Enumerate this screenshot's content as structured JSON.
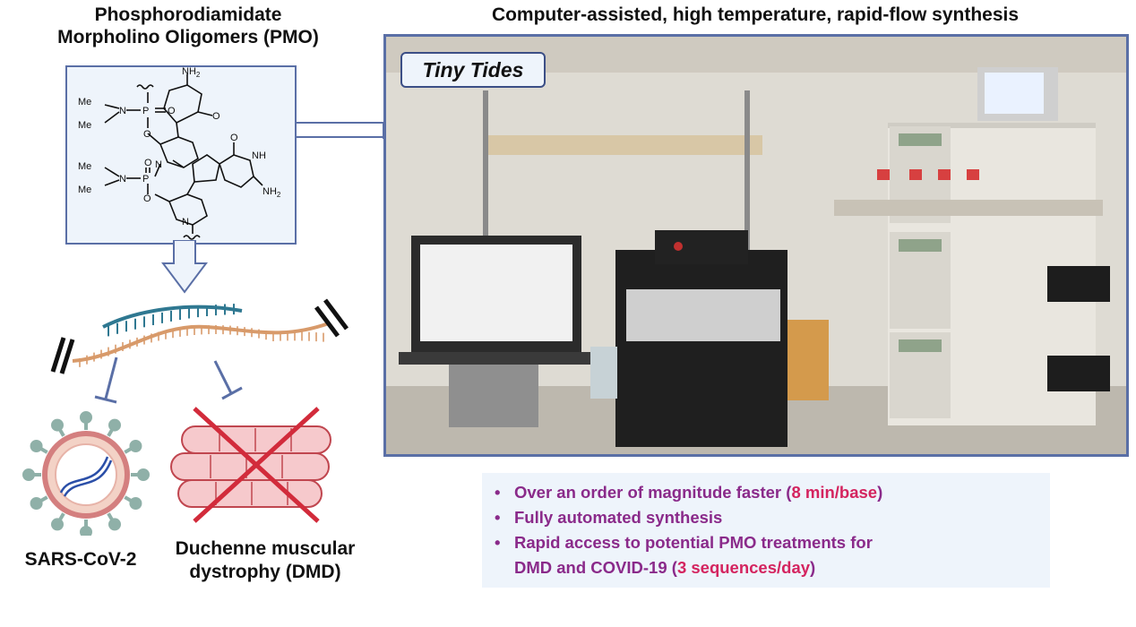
{
  "titles": {
    "left_line1": "Phosphorodiamidate",
    "left_line2": "Morpholino Oligomers (PMO)",
    "right": "Computer-assisted, high temperature, rapid-flow synthesis"
  },
  "chem": {
    "me": "Me",
    "n": "N",
    "p": "P",
    "o": "O",
    "nh2": "NH",
    "nh2_sub": "2",
    "nh": "NH"
  },
  "photo_badge": "Tiny Tides",
  "targets": {
    "virus_label": "SARS-CoV-2",
    "dmd_line1": "Duchenne muscular",
    "dmd_line2": "dystrophy (DMD)"
  },
  "bullets": {
    "b1_text": "Over an order of magnitude faster (",
    "b1_hl": "8 min/base",
    "b1_end": ")",
    "b2_text": "Fully automated synthesis",
    "b3_line1": "Rapid access to potential PMO treatments for",
    "b3_text": "DMD and COVID-19 (",
    "b3_hl": "3 sequences/day",
    "b3_end": ")",
    "dot": "•"
  },
  "colors": {
    "frame": "#5a6fa6",
    "panel": "#eef4fb",
    "bullet_text": "#8a2a8a",
    "highlight": "#d4245f",
    "rna_strand": "#d89a6a",
    "pmo_strand": "#2f7891",
    "cross": "#d22b3b"
  }
}
